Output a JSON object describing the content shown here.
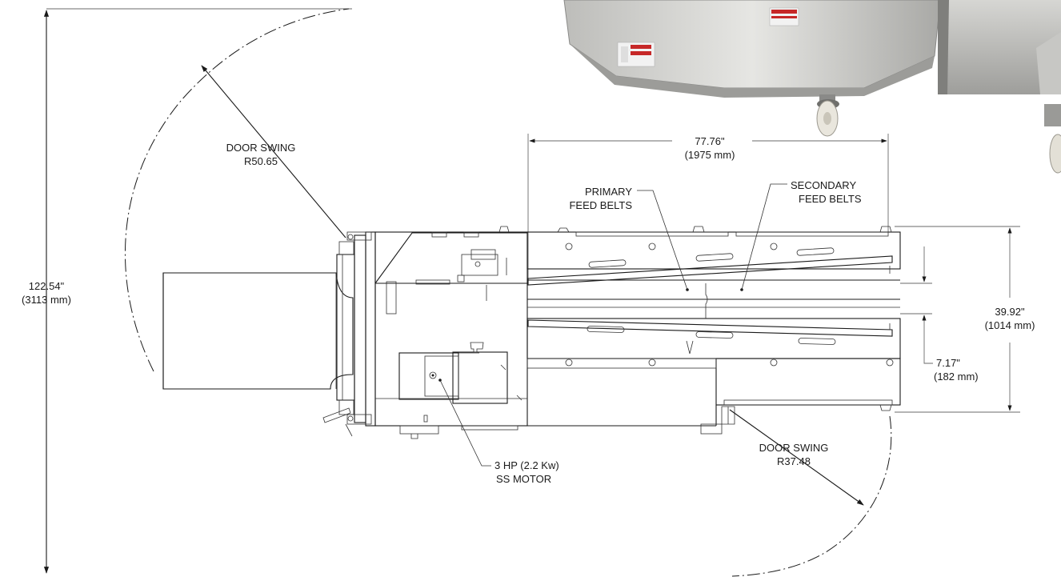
{
  "labels": {
    "overall_height": "122.54\"",
    "overall_height_mm": "(3113 mm)",
    "door_swing_1": "DOOR SWING",
    "door_swing_1_radius": "R50.65",
    "length": "77.76\"",
    "length_mm": "(1975 mm)",
    "primary_belts_1": "PRIMARY",
    "primary_belts_2": "FEED BELTS",
    "secondary_belts_1": "SECONDARY",
    "secondary_belts_2": "FEED BELTS",
    "width": "39.92\"",
    "width_mm": "(1014 mm)",
    "gap": "7.17\"",
    "gap_mm": "(182 mm)",
    "door_swing_2": "DOOR SWING",
    "door_swing_2_radius": "R37.48",
    "motor_1": "3 HP (2.2 Kw)",
    "motor_2": "SS MOTOR"
  },
  "colors": {
    "line": "#1a1a1a",
    "dimension": "#6a6a6a",
    "steel_light": "#d9d9d7",
    "steel_mid": "#b8b8b5",
    "steel_dark": "#8d8d8a",
    "warning_red": "#c62828"
  }
}
